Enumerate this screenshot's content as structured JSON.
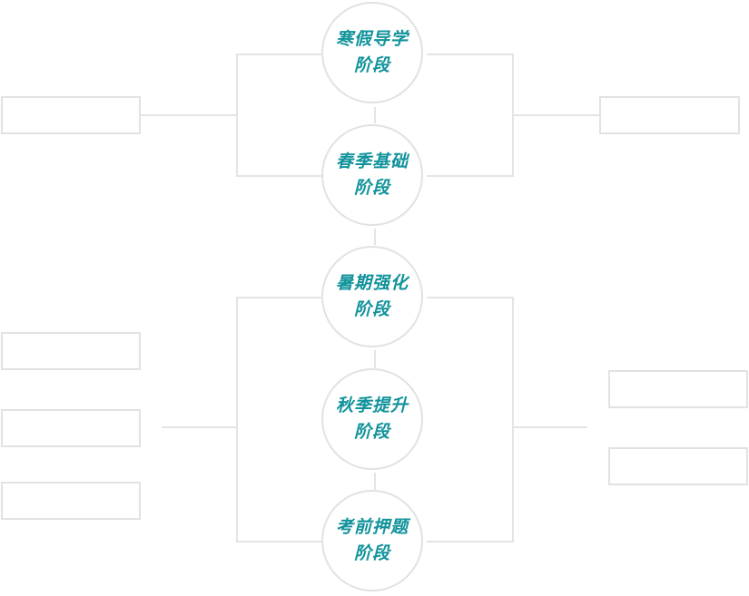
{
  "stages": [
    {
      "line1": "寒假导学",
      "line2": "阶段"
    },
    {
      "line1": "春季基础",
      "line2": "阶段"
    },
    {
      "line1": "暑期强化",
      "line2": "阶段"
    },
    {
      "line1": "秋季提升",
      "line2": "阶段"
    },
    {
      "line1": "考前押题",
      "line2": "阶段"
    }
  ],
  "colors": {
    "stage_text": "#11939b",
    "lines": "#e4e4e4",
    "borders": "#e2e2e2"
  }
}
